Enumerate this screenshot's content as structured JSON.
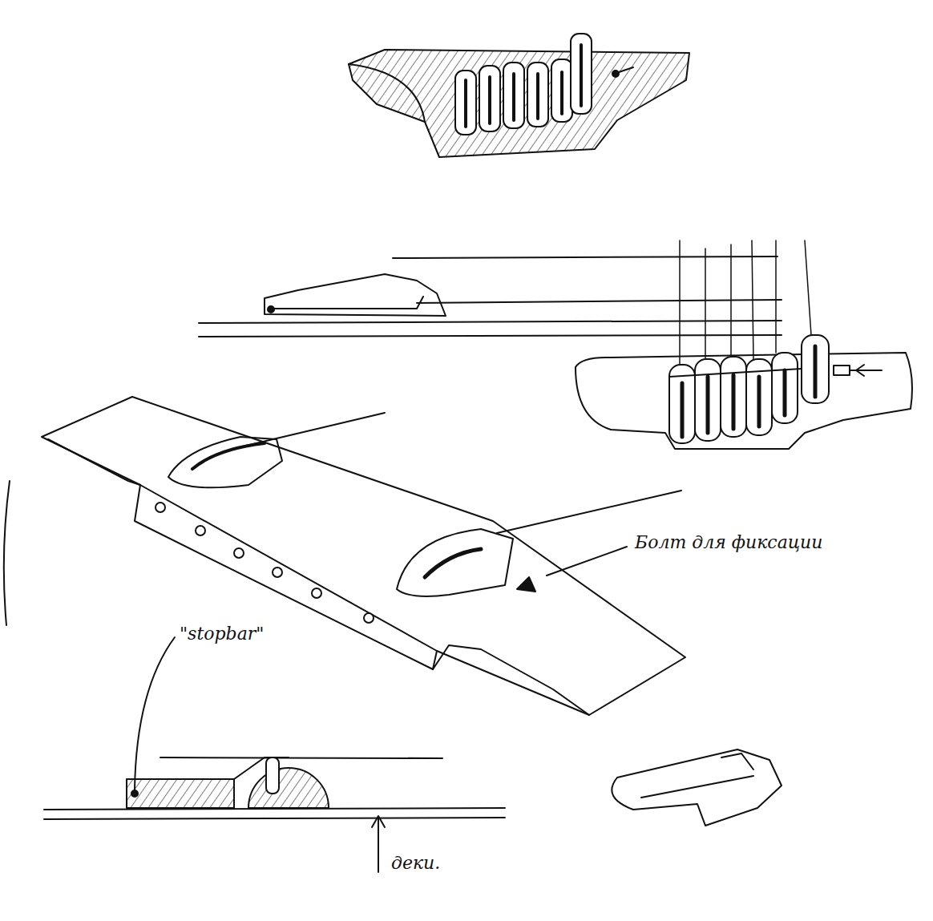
{
  "diagram": {
    "labels": [
      "Болт для фиксации",
      "\"stopbar\"",
      "деки."
    ]
  }
}
